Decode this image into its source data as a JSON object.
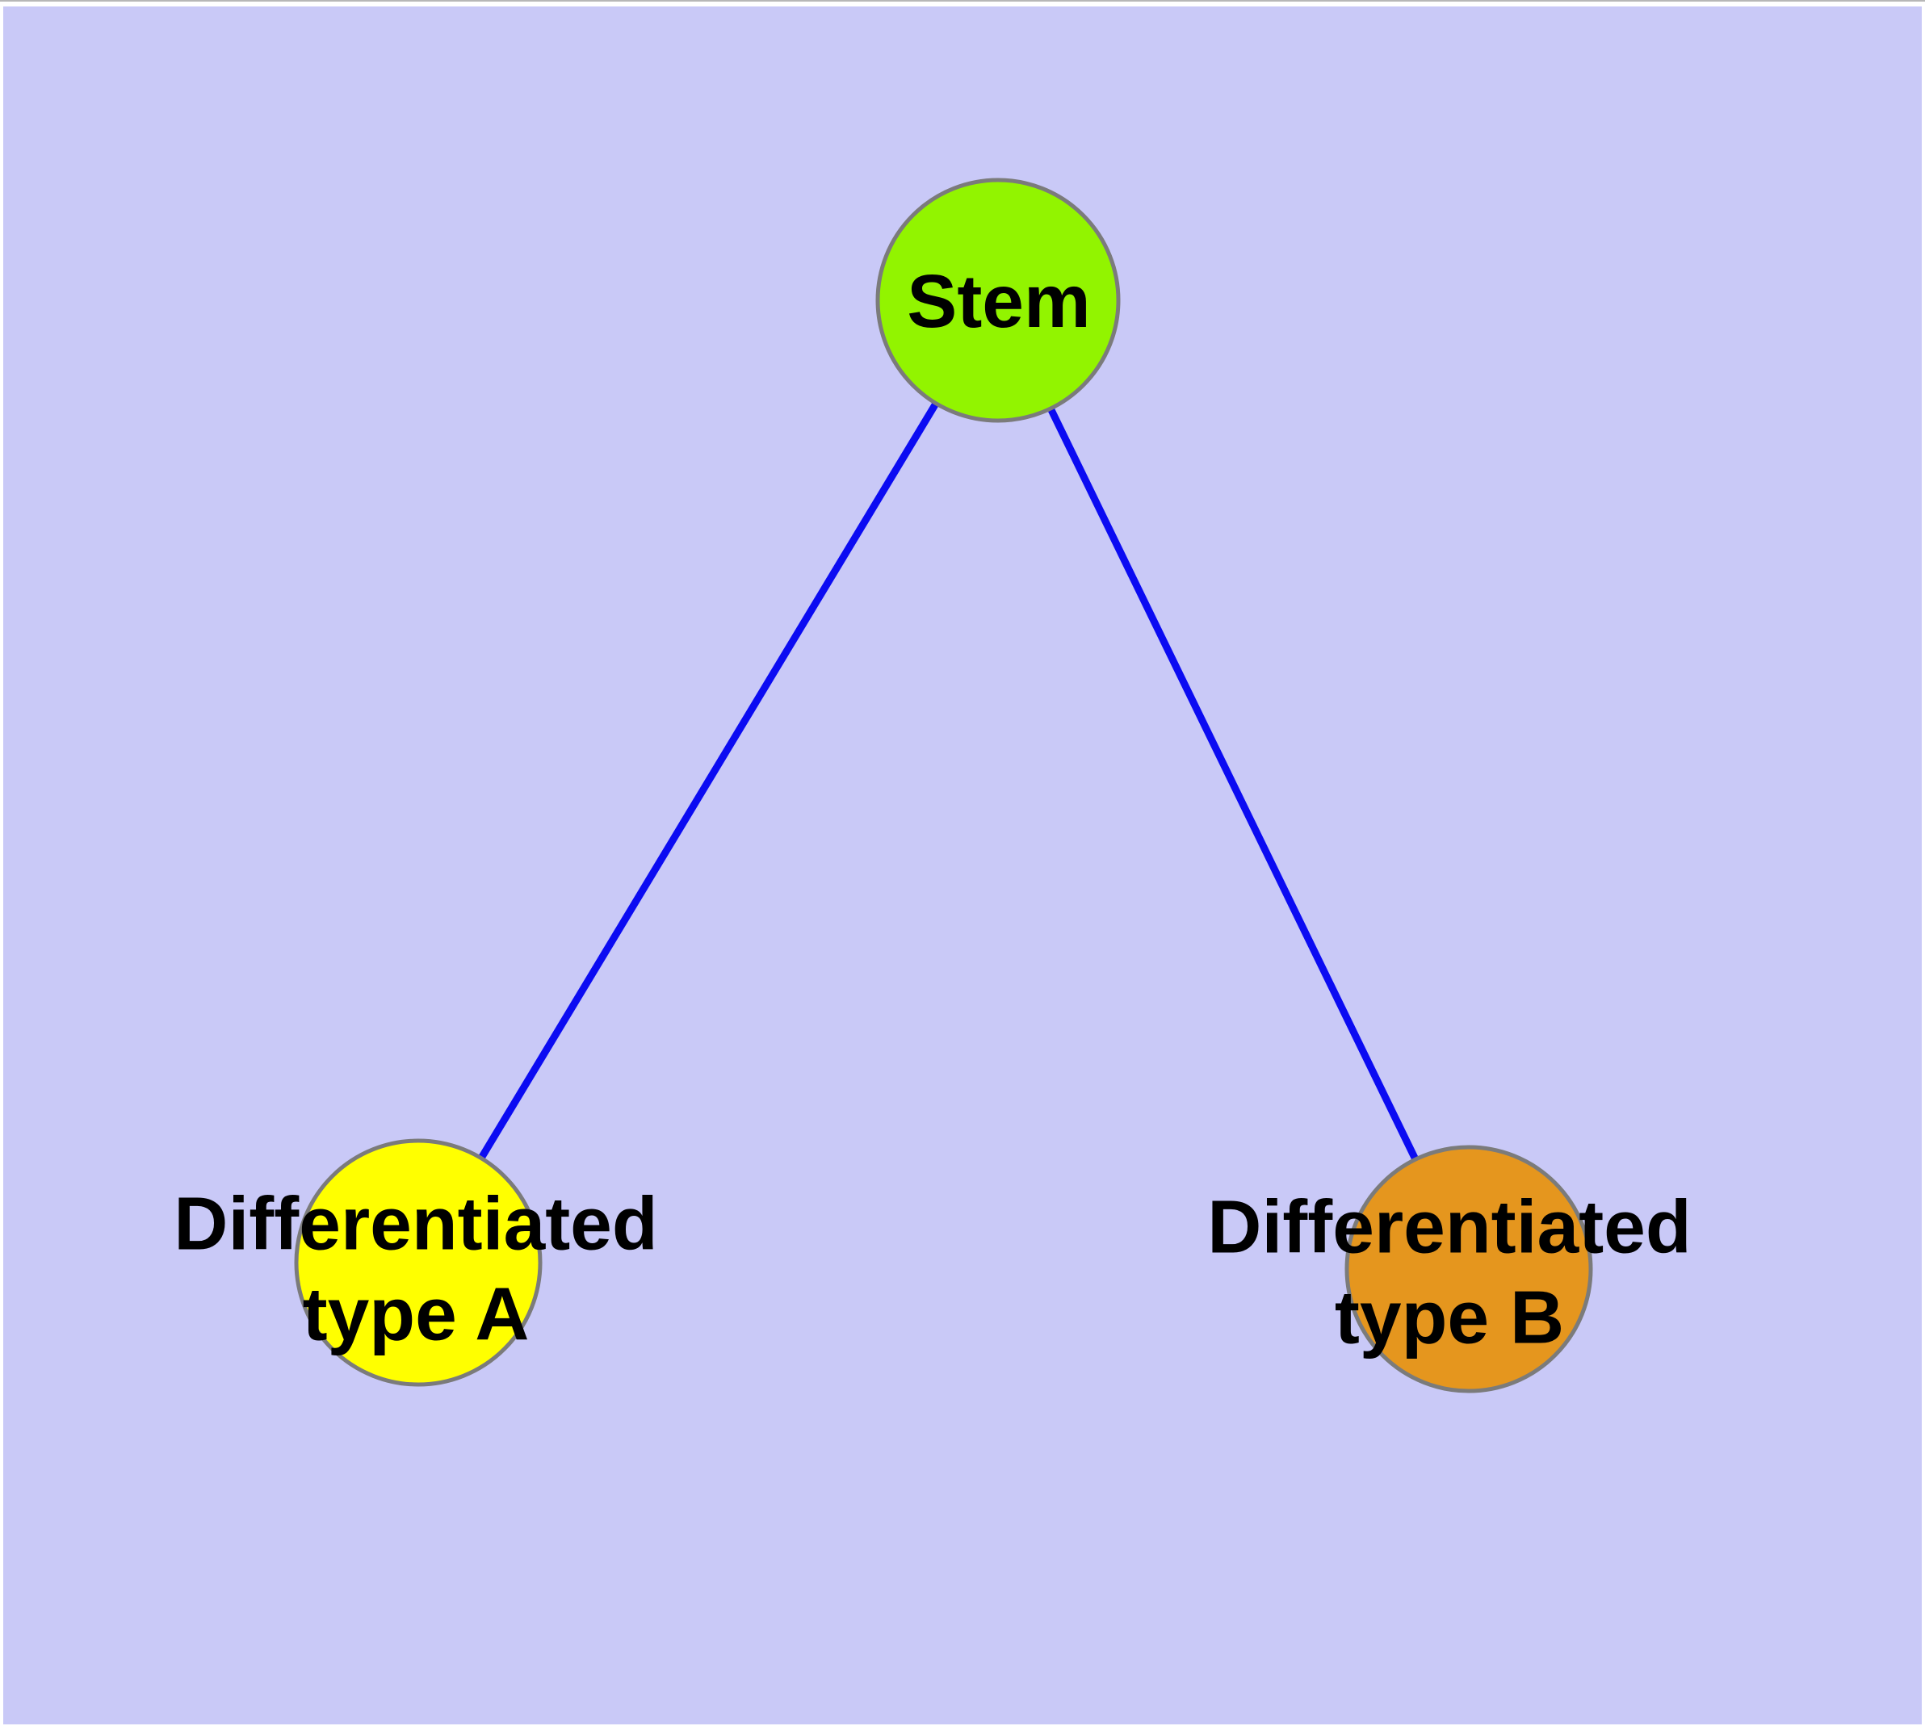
{
  "diagram": {
    "type": "graph",
    "background_color": "#C9C9F7",
    "edge_color": "#0B0BF2",
    "node_border_color": "#7B7B7B",
    "text_color": "#000000",
    "nodes": [
      {
        "id": "stem",
        "label": "Stem",
        "color": "#92F400"
      },
      {
        "id": "diff-a",
        "label": "Differentiated\ntype A",
        "color": "#FFFF00"
      },
      {
        "id": "diff-b",
        "label": "Differentiated\ntype B",
        "color": "#E5961E"
      }
    ],
    "edges": [
      {
        "from": "Stem",
        "to": "Differentiated type A"
      },
      {
        "from": "Stem",
        "to": "Differentiated type B"
      }
    ]
  }
}
